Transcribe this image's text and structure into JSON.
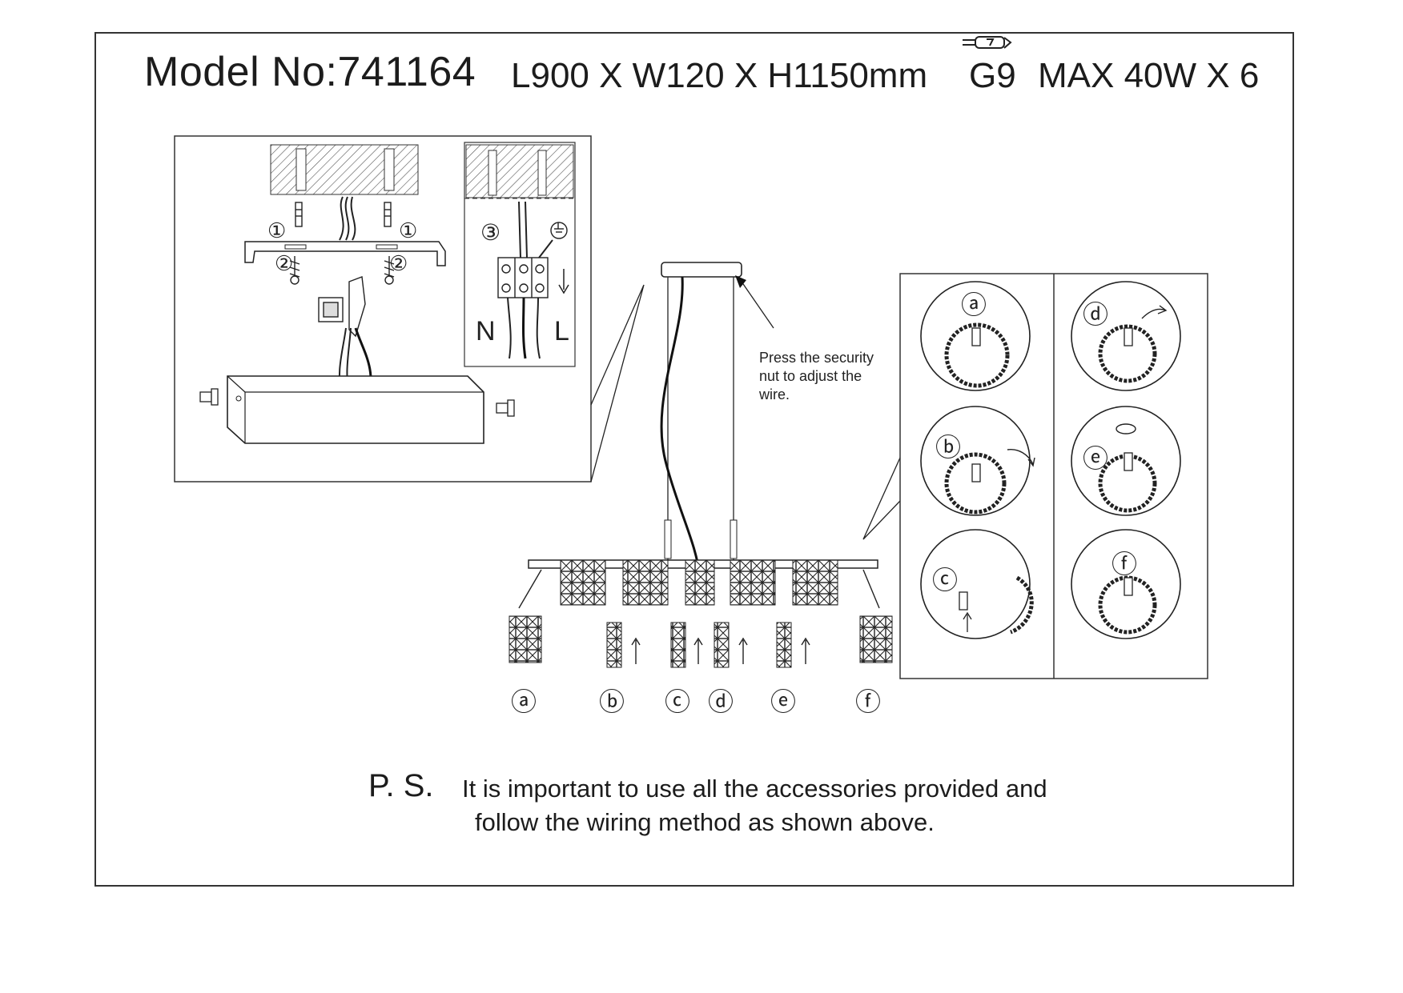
{
  "header": {
    "model": "Model No:741164",
    "dimensions": "L900 X W120 X H1150mm",
    "socket": "G9",
    "wattage": "MAX 40W X 6"
  },
  "wiring": {
    "step_1": "①",
    "step_2": "②",
    "step_3": "③",
    "neutral": "N",
    "live": "L"
  },
  "note": {
    "line1": "Press the security",
    "line2": "nut to adjust the",
    "line3": "wire."
  },
  "steps": {
    "a": "ⓐ",
    "b": "ⓑ",
    "c": "ⓒ",
    "d": "ⓓ",
    "e": "ⓔ",
    "f": "ⓕ"
  },
  "ps": {
    "label": "P. S.",
    "line1": "It is important to use all the accessories provided and",
    "line2": "follow the wiring method as shown above."
  }
}
